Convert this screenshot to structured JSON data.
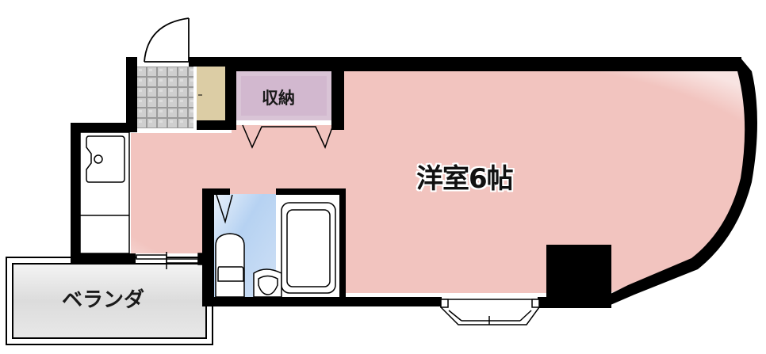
{
  "floor_plan": {
    "rooms": [
      {
        "id": "western-room",
        "label": "洋室6帖",
        "color": "#f2c5c0"
      },
      {
        "id": "storage",
        "label": "収納",
        "color": "#d8c0d4"
      },
      {
        "id": "balcony",
        "label": "ベランダ",
        "color": "#e2e2e2"
      },
      {
        "id": "entrance",
        "label": "",
        "color": "#c8c8c8"
      },
      {
        "id": "shoe-cabinet",
        "label": "",
        "color": "#dccda5"
      },
      {
        "id": "unit-bath",
        "label": "",
        "color": "#b8d4f2"
      },
      {
        "id": "kitchen",
        "label": "",
        "color": "#ffffff"
      }
    ],
    "colors": {
      "wall": "#000000",
      "background": "#ffffff",
      "room_floor": "#f2c5c0",
      "bath_floor": "#b8d4f2"
    }
  }
}
